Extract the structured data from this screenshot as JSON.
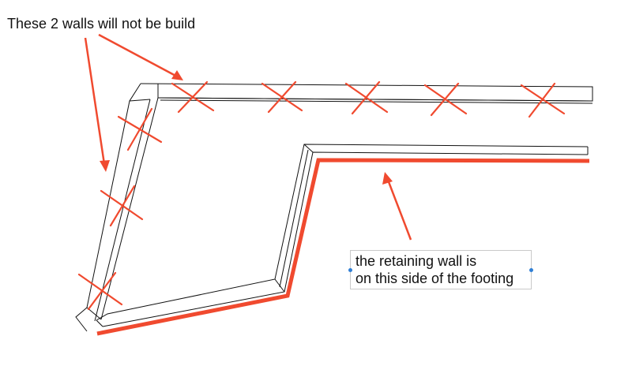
{
  "annotations": {
    "walls_note": "These 2 walls will not be build",
    "retaining_note_line1": "the retaining wall is",
    "retaining_note_line2": "on this side of the footing"
  },
  "colors": {
    "markup_red": "#f04a2f",
    "outline_black": "#111111",
    "handle_blue": "#2f7fd6"
  },
  "icons": {
    "cross": "x-mark",
    "arrow": "arrowhead"
  }
}
